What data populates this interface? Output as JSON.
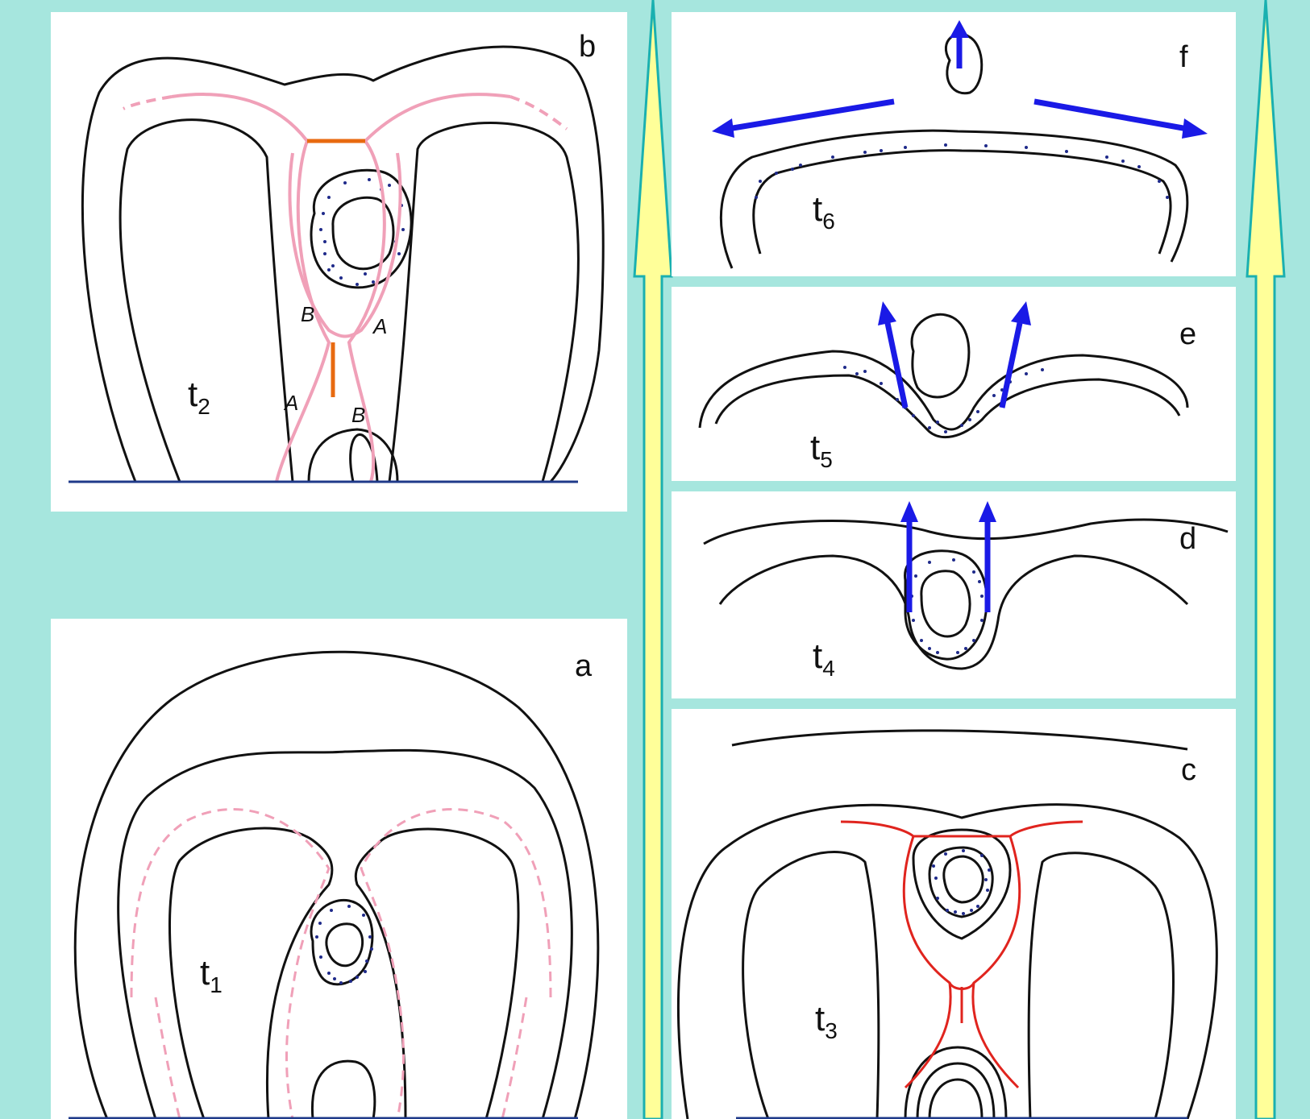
{
  "colors": {
    "background": "#a6e6de",
    "panel": "#ffffff",
    "stream_line": "#111111",
    "separatrix_pink": "#f0a0b8",
    "separatrix_orange": "#e86a10",
    "separatrix_red": "#e0241e",
    "blue_arrow": "#1a1ae6",
    "dots": "#1f2a8a",
    "ground": "#1f3a8a",
    "timeline_fill": "#ffff99",
    "timeline_stroke": "#1ab0b0"
  },
  "panels": {
    "a": {
      "label": "a",
      "time_main": "t",
      "time_sub": "1"
    },
    "b": {
      "label": "b",
      "time_main": "t",
      "time_sub": "2",
      "region_labels": [
        "B",
        "A",
        "A",
        "B"
      ]
    },
    "c": {
      "label": "c",
      "time_main": "t",
      "time_sub": "3"
    },
    "d": {
      "label": "d",
      "time_main": "t",
      "time_sub": "4"
    },
    "e": {
      "label": "e",
      "time_main": "t",
      "time_sub": "5"
    },
    "f": {
      "label": "f",
      "time_main": "t",
      "time_sub": "6"
    }
  }
}
